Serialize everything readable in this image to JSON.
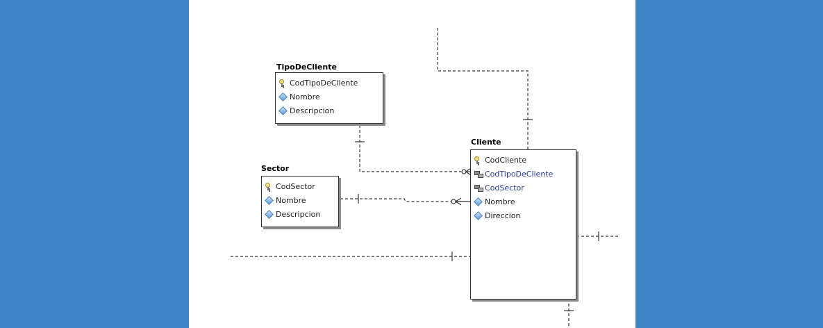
{
  "colors": {
    "page_background": "#3f83c7",
    "canvas_background": "#ffffff",
    "entity_border": "#333333",
    "entity_shadow": "#8a8a8a",
    "fk_text": "#2a3e9a",
    "connector_line": "#333333"
  },
  "entities": {
    "tipo_de_cliente": {
      "title": "TipoDeCliente",
      "attributes": [
        {
          "name": "CodTipoDeCliente",
          "icon": "primary-key-icon"
        },
        {
          "name": "Nombre",
          "icon": "attribute-diamond-icon"
        },
        {
          "name": "Descripcion",
          "icon": "attribute-diamond-icon"
        }
      ]
    },
    "sector": {
      "title": "Sector",
      "attributes": [
        {
          "name": "CodSector",
          "icon": "primary-key-icon"
        },
        {
          "name": "Nombre",
          "icon": "attribute-diamond-icon"
        },
        {
          "name": "Descripcion",
          "icon": "attribute-diamond-icon"
        }
      ]
    },
    "cliente": {
      "title": "Cliente",
      "attributes": [
        {
          "name": "CodCliente",
          "icon": "primary-key-icon"
        },
        {
          "name": "CodTipoDeCliente",
          "icon": "foreign-key-icon"
        },
        {
          "name": "CodSector",
          "icon": "foreign-key-icon"
        },
        {
          "name": "Nombre",
          "icon": "attribute-diamond-icon"
        },
        {
          "name": "Direccion",
          "icon": "attribute-diamond-icon"
        }
      ]
    }
  },
  "relationships": [
    {
      "from": "TipoDeCliente",
      "to": "Cliente",
      "from_cardinality": "one",
      "to_cardinality": "zero-or-many"
    },
    {
      "from": "Sector",
      "to": "Cliente",
      "from_cardinality": "one",
      "to_cardinality": "zero-or-many"
    }
  ]
}
